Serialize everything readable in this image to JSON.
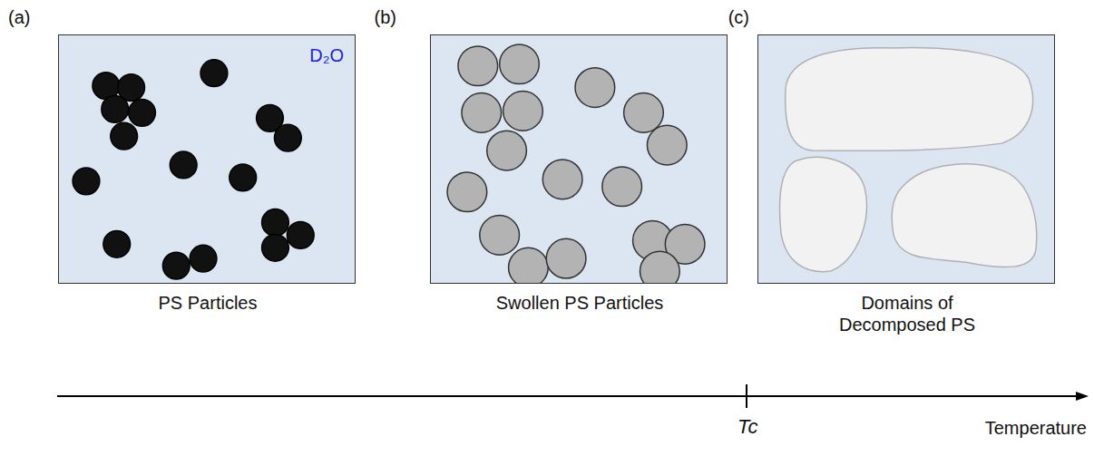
{
  "diagram": {
    "nodes": [
      {
        "text": [
          "(a)",
          "D₂O",
          "PS Particles"
        ]
      },
      {
        "text": [
          "(b)",
          "Swollen PS Particles"
        ]
      },
      {
        "text": [
          "(c)",
          "Domains of Decomposed PS"
        ]
      }
    ],
    "labels": [
      "Tc",
      "Temperature"
    ]
  }
}
